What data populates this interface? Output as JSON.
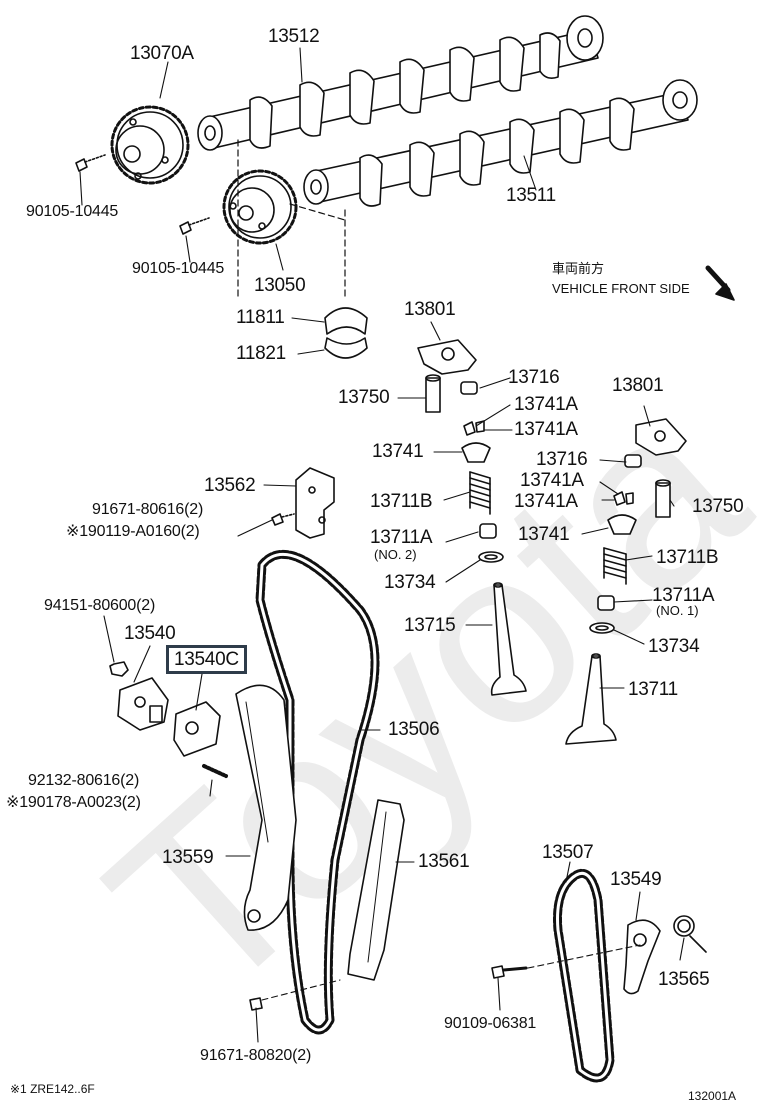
{
  "diagram": {
    "colors": {
      "line": "#111111",
      "highlight_box": "#2e3c4a",
      "watermark": "#e8e8e8"
    },
    "watermark": "Toyota",
    "labels": {
      "cam_timing_gear_1": "13070A",
      "camshaft_exhaust": "13512",
      "camshaft_intake": "13511",
      "bolt_a": "90105-10445",
      "bolt_b": "90105-10445",
      "cam_timing_gear_2": "13050",
      "bearing_upper": "11811",
      "bearing_lower": "11821",
      "rocker_arm_1": "13801",
      "rocker_arm_2": "13801",
      "adjuster_1": "13750",
      "adjuster_2": "13750",
      "shim_1": "13716",
      "shim_2": "13716",
      "keeper_1a": "13741A",
      "keeper_1b": "13741A",
      "keeper_2a": "13741A",
      "keeper_2b": "13741A",
      "retainer_1": "13741",
      "retainer_2": "13741",
      "spring_1": "13711B",
      "spring_2": "13711B",
      "seal_1": "13711A",
      "seal_1_note": "(NO. 2)",
      "seal_2": "13711A",
      "seal_2_note": "(NO. 1)",
      "seat_1": "13734",
      "seat_2": "13734",
      "valve_exhaust": "13715",
      "valve_intake": "13711",
      "chain_guide_bracket": "13562",
      "bolt_c": "91671-80616(2)",
      "bolt_c_alt": "90119-A0160(2)",
      "nut": "94151-80600(2)",
      "tensioner": "13540",
      "tensioner_gasket": "13540C",
      "stud": "92132-80616(2)",
      "stud_alt": "90178-A0023(2)",
      "chain": "13506",
      "slipper": "13559",
      "damper": "13561",
      "chain_2": "13507",
      "tensioner_arm": "13549",
      "spring_3": "13565",
      "bolt_d": "90109-06381",
      "bolt_e": "91671-80820(2)",
      "front_jp": "車両前方",
      "front_en": "VEHICLE FRONT SIDE",
      "alt_mark": "※1",
      "footnote": "※1 ZRE142..6F",
      "figure_id": "132001A"
    }
  }
}
